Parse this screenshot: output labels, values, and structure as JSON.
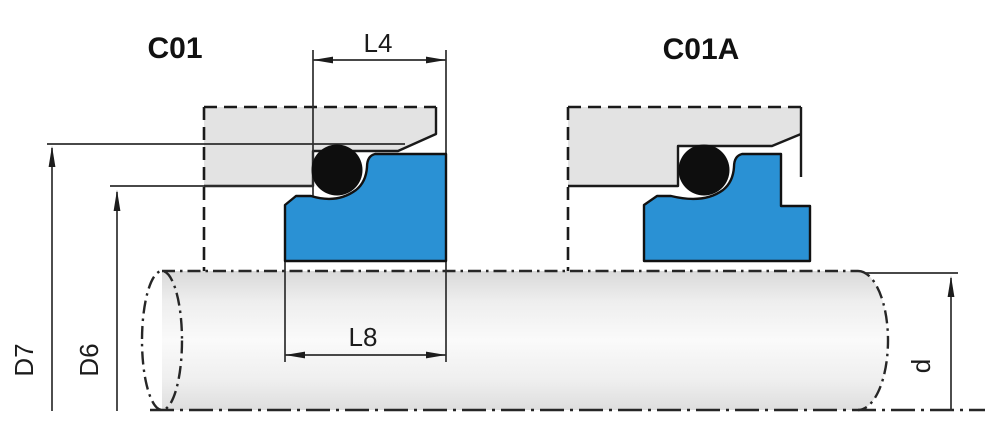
{
  "titles": {
    "left": "C01",
    "right": "C01A"
  },
  "dimension_labels": {
    "l4": "L4",
    "l8": "L8",
    "d7": "D7",
    "d6": "D6",
    "d": "d"
  },
  "colors": {
    "seal_blue": "#2a91d4",
    "o_ring_black": "#0e0e0e",
    "housing_gray": "#e3e3e3",
    "line": "#1a1a1a",
    "background": "#ffffff"
  }
}
